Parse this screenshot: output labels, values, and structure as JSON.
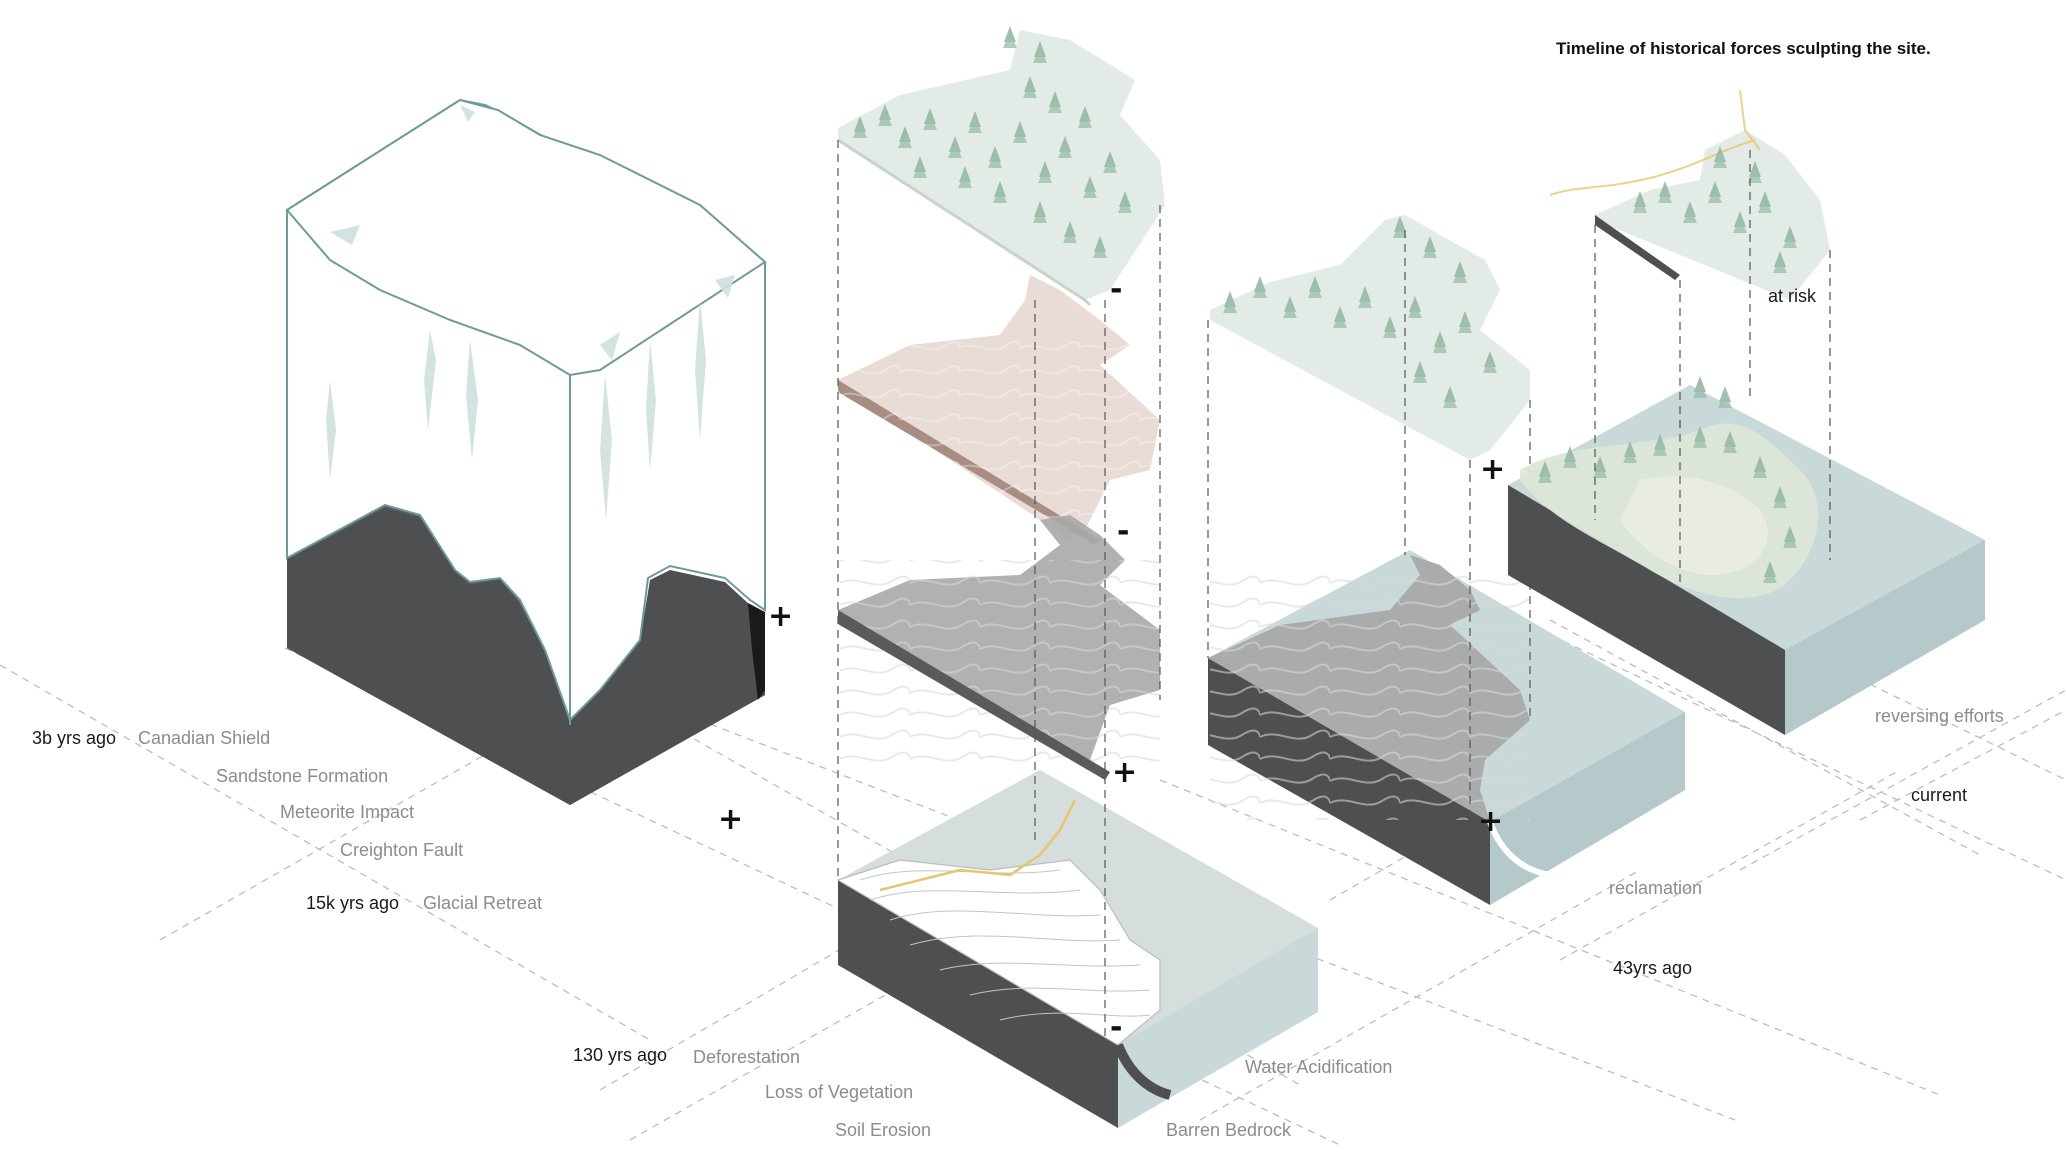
{
  "title": "Timeline of historical forces sculpting the site.",
  "eras": {
    "e1": "3b yrs ago",
    "e2": "15k yrs ago",
    "e3": "130 yrs ago",
    "e4": "43yrs ago",
    "e5": "current"
  },
  "events": {
    "canadian_shield": "Canadian Shield",
    "sandstone": "Sandstone Formation",
    "meteorite": "Meteorite Impact",
    "fault": "Creighton Fault",
    "glacial": "Glacial Retreat",
    "deforestation": "Deforestation",
    "loss_veg": "Loss of Vegetation",
    "soil": "Soil Erosion",
    "water_acid": "Water Acidification",
    "barren": "Barren Bedrock",
    "reclamation": "reclamation",
    "reversing": "reversing efforts",
    "at_risk": "at risk"
  },
  "signs": {
    "plus": "+",
    "minus": "-"
  },
  "colors": {
    "bedrock_dark": "#4e4f51",
    "bedrock_mid": "#666769",
    "water": "#c9d8d8",
    "water_side": "#b5c9cb",
    "forest": "#dfe9e2",
    "tree": "#8fb5a0",
    "soil": "#e8d9d3",
    "soil_edge": "#a88d82",
    "rock_layer": "#a9a9a9",
    "ice_edge": "#6d9a9c",
    "road": "#e8c56a"
  }
}
